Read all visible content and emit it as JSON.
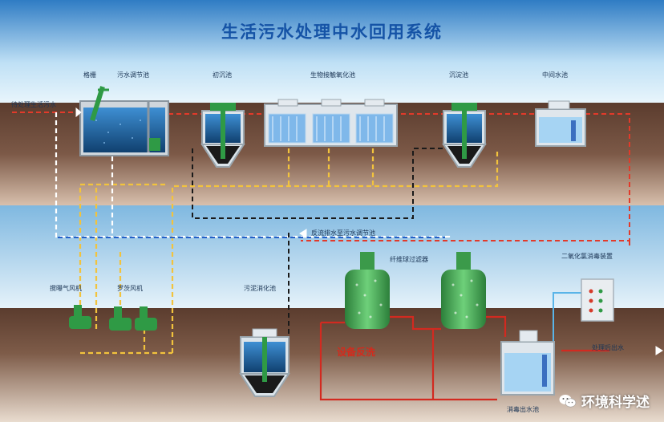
{
  "title": "生活污水处理中水回用系统",
  "labels": {
    "inlet": "待处理生活污水",
    "screen": "格栅",
    "equalization_tank": "污水调节池",
    "primary_settling": "初沉池",
    "bio_contact": "生物接触氧化池",
    "settling_tank": "沉淀池",
    "intermediate_tank": "中间水池",
    "return_sludge": "反流排水至污水调节池",
    "fiber_filter": "纤维球过滤器",
    "chlorine_dioxide": "二氧化氯消毒装置",
    "aeration_blower": "搅曝气风机",
    "roots_blower": "罗茨风机",
    "sludge_tank": "污泥消化池",
    "backwash": "设备反洗",
    "outlet": "处理后出水",
    "disinfect_tank": "消毒出水池"
  },
  "watermark": {
    "text": "环境科学述",
    "icon": "wechat-icon"
  },
  "colors": {
    "sky": "#3a87c9",
    "ground": "#6b4a3a",
    "water": "#1f6fb8",
    "green_tank": "#3fa84e",
    "red_pipe": "#d63a2a",
    "yellow_pipe": "#f0c43a",
    "blue_pipe": "#4aa0e6",
    "title": "#1553a6"
  }
}
